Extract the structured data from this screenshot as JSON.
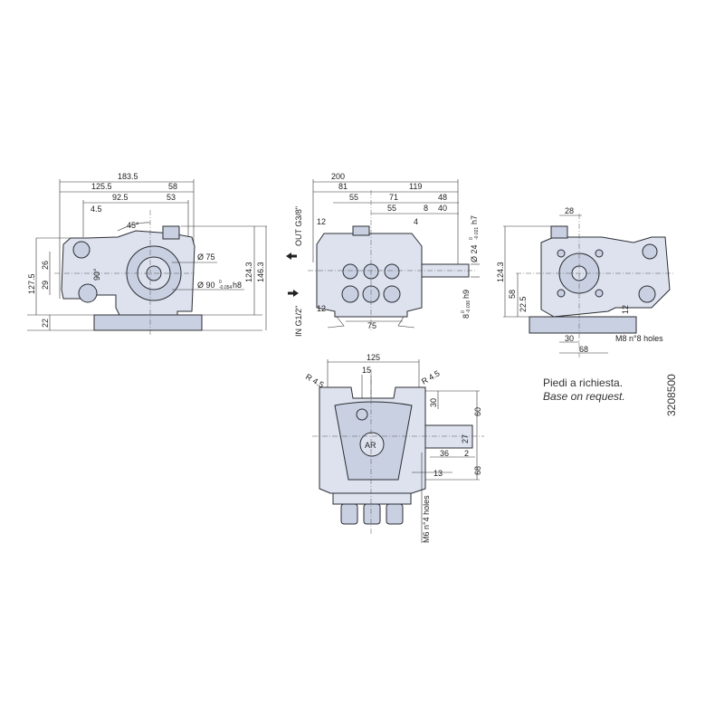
{
  "front_view": {
    "dims": {
      "overall_width": "183.5",
      "left_width": "125.5",
      "right_width": "58",
      "inner_left": "92.5",
      "inner_right": "53",
      "offset": "4.5",
      "angle_45": "45°",
      "angle_90": "90°",
      "height_total": "127.5",
      "h_upper": "26",
      "h_lower": "29",
      "dia_75": "Ø 75",
      "dia_90": "Ø 90",
      "dia_90_tol_upper": "0",
      "dia_90_tol_lower": "-0.054",
      "dia_90_fit": "h8",
      "h_124": "124.3",
      "h_146": "146.3",
      "base_h": "22"
    }
  },
  "side_view": {
    "dims": {
      "overall": "200",
      "left": "81",
      "right": "119",
      "a55": "55",
      "a71": "71",
      "a48": "48",
      "b55": "55",
      "b8": "8",
      "b40": "40",
      "c12": "12",
      "c4": "4",
      "d12": "12",
      "d75": "75",
      "shaft_dia": "Ø 24",
      "shaft_tol_upper": "0",
      "shaft_tol_lower": "-0.021",
      "shaft_fit": "h7",
      "key": "8",
      "key_tol_upper": "0",
      "key_tol_lower": "-0.036",
      "key_fit": "h9"
    },
    "ports": {
      "outlet": "OUT  G3/8\"",
      "inlet": "IN  G1/2\""
    }
  },
  "rear_view": {
    "dims": {
      "w28": "28",
      "h124": "124.3",
      "h58": "58",
      "h22": "22.5",
      "h12": "12",
      "w30": "30",
      "w68": "68",
      "holes": "M8 n°8 holes"
    }
  },
  "top_view": {
    "dims": {
      "w125": "125",
      "w15": "15",
      "r_left": "R 4.5",
      "r_right": "R 4.5",
      "h30": "30",
      "h60": "60",
      "h27": "27",
      "w36": "36",
      "w2": "2",
      "h68": "68",
      "w13": "13",
      "holes": "M6 n°4 holes"
    },
    "logo": "AR"
  },
  "notes": {
    "it": "Piedi a richiesta.",
    "en": "Base on request.",
    "code": "3208500"
  },
  "colors": {
    "body": "#dde2ee",
    "line": "#2b2d33"
  }
}
